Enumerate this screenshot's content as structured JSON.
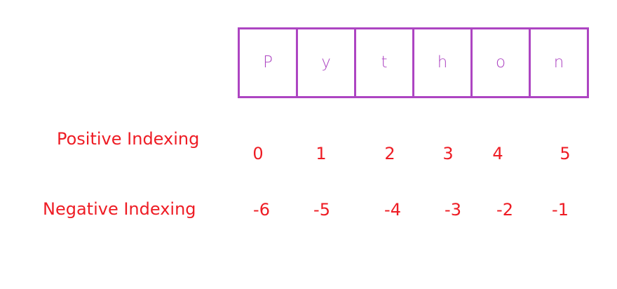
{
  "cells": [
    "P",
    "y",
    "t",
    "h",
    "o",
    "n"
  ],
  "positive": {
    "label": "Positive Indexing",
    "values": [
      "0",
      "1",
      "2",
      "3",
      "4",
      "5"
    ]
  },
  "negative": {
    "label": "Negative Indexing",
    "values": [
      "-6",
      "-5",
      "-4",
      "-3",
      "-2",
      "-1"
    ]
  },
  "colors": {
    "box": "#ad45c2",
    "text": "#ee1c24"
  }
}
